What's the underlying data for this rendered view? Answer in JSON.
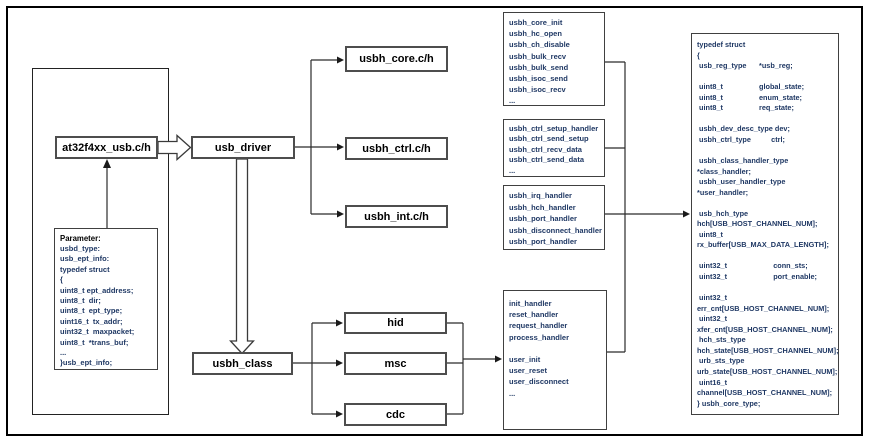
{
  "nodes": {
    "at32": "at32f4xx_usb.c/h",
    "usb_driver": "usb_driver",
    "usbh_class": "usbh_class",
    "usbh_core": "usbh_core.c/h",
    "usbh_ctrl": "usbh_ctrl.c/h",
    "usbh_int": "usbh_int.c/h",
    "hid": "hid",
    "msc": "msc",
    "cdc": "cdc"
  },
  "parameter_box": {
    "title": "Parameter:",
    "lines": [
      "usbd_type:",
      "usb_ept_info:",
      "typedef struct",
      "{",
      "uint8_t ept_address;",
      "uint8_t  dir;",
      "uint8_t  ept_type;",
      "uint16_t  tx_addr;",
      "uint32_t  maxpacket;",
      "uint8_t  *trans_buf;",
      "...",
      "}usb_ept_info;"
    ]
  },
  "core_functions": [
    "usbh_core_init",
    "usbh_hc_open",
    "usbh_ch_disable",
    "usbh_bulk_recv",
    "usbh_bulk_send",
    "usbh_isoc_send",
    "usbh_isoc_recv",
    "..."
  ],
  "ctrl_functions": [
    "usbh_ctrl_setup_handler",
    "usbh_ctrl_send_setup",
    "usbh_ctrl_recv_data",
    "usbh_ctrl_send_data",
    "..."
  ],
  "int_functions": [
    "usbh_irq_handler",
    "usbh_hch_handler",
    "usbh_port_handler",
    "usbh_disconnect_handler",
    "usbh_port_handler"
  ],
  "class_functions": [
    "init_handler",
    "reset_handler",
    "request_handler",
    "process_handler",
    "",
    "user_init",
    "user_reset",
    "user_disconnect",
    "..."
  ],
  "typedef_struct": {
    "lines": [
      "typedef struct",
      "{",
      [
        " usb_reg_type",
        "*usb_reg;"
      ],
      "",
      [
        " uint8_t",
        "global_state;"
      ],
      [
        " uint8_t",
        "enum_state;"
      ],
      [
        " uint8_t",
        "req_state;"
      ],
      "",
      [
        " usbh_dev_desc_type ",
        "dev;"
      ],
      [
        " usbh_ctrl_type",
        "      ctrl;"
      ],
      "",
      " usbh_class_handler_type",
      "*class_handler;",
      " usbh_user_handler_type",
      "*user_handler;",
      "",
      " usb_hch_type",
      "hch[USB_HOST_CHANNEL_NUM];",
      " uint8_t",
      "rx_buffer[USB_MAX_DATA_LENGTH];",
      "",
      [
        " uint32_t",
        "       conn_sts;"
      ],
      [
        " uint32_t",
        "       port_enable;"
      ],
      "",
      " uint32_t",
      "err_cnt[USB_HOST_CHANNEL_NUM];",
      " uint32_t",
      "xfer_cnt[USB_HOST_CHANNEL_NUM];",
      " hch_sts_type",
      "hch_state[USB_HOST_CHANNEL_NUM];",
      " urb_sts_type",
      "urb_state[USB_HOST_CHANNEL_NUM];",
      " uint16_t",
      "channel[USB_HOST_CHANNEL_NUM];",
      "} usbh_core_type;"
    ]
  },
  "colors": {
    "code_text": "#1f3864",
    "line": "#2b2b2b",
    "node_border": "#4d4d4d",
    "outer_border": "#000000"
  }
}
